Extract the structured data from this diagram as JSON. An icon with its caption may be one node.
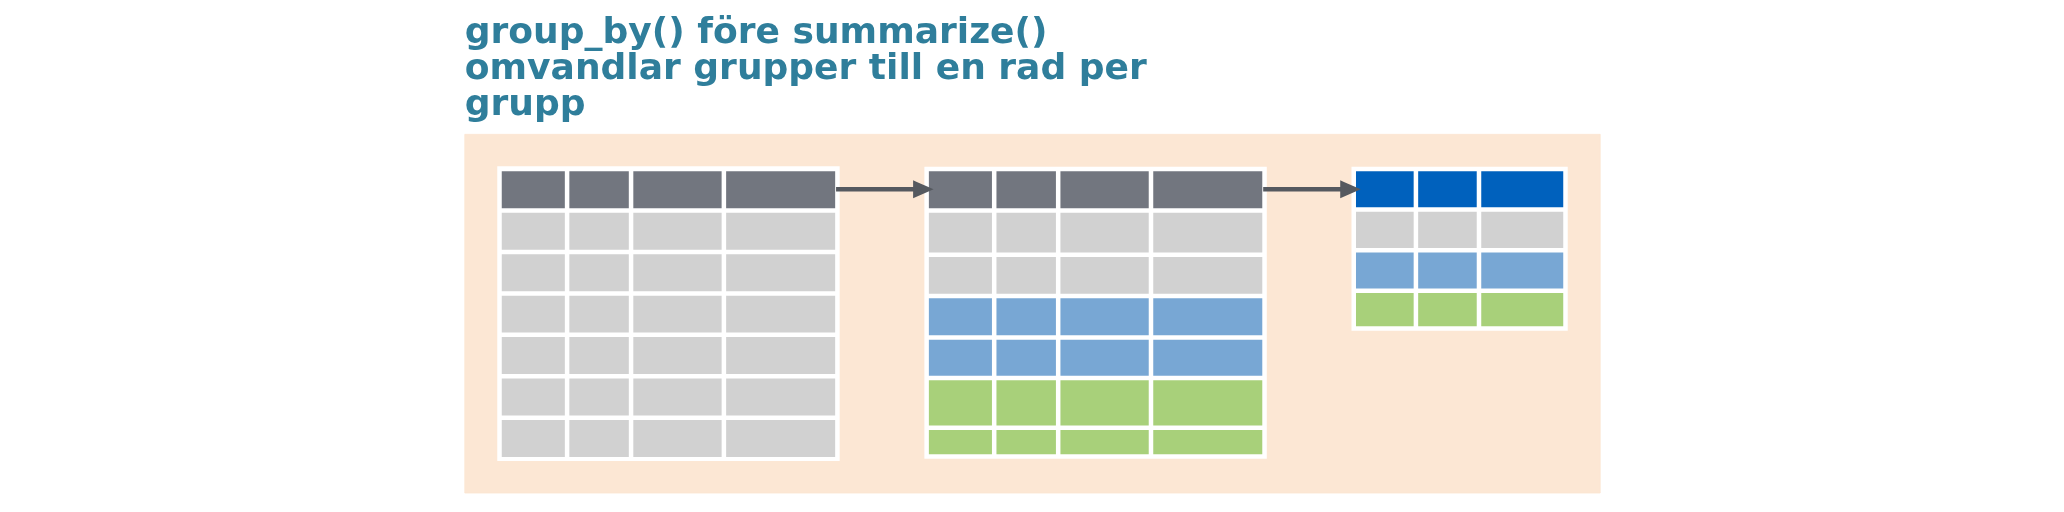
{
  "diagram": {
    "title": "group_by() före summarize() omvandlar grupper till en rad per grupp",
    "nodes": [
      {
        "text": [],
        "shape": "box"
      },
      {
        "text": [],
        "shape": "table",
        "in": 0
      },
      {
        "text": [],
        "shape": "table",
        "in": 0
      },
      {
        "text": [],
        "shape": "table",
        "in": 0
      }
    ],
    "edges": [
      {
        "from": 1,
        "to": 2,
        "arrow": "to"
      },
      {
        "from": 2,
        "to": 3,
        "arrow": "to"
      }
    ]
  }
}
